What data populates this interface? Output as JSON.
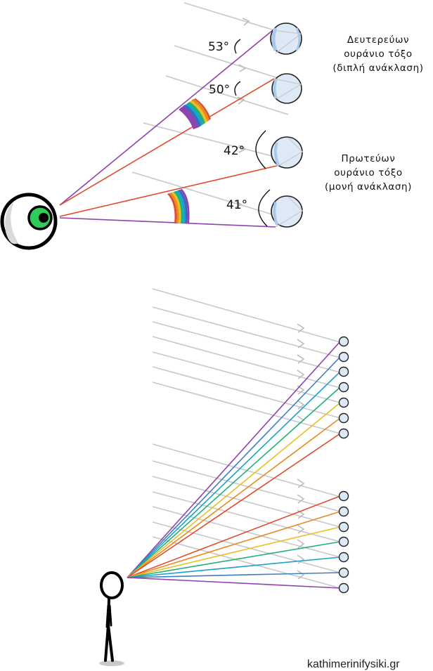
{
  "upper_diagram": {
    "secondary_label": [
      "Δευτερεύων",
      "ουράνιο τόξο",
      "(διπλή ανάκλαση)"
    ],
    "primary_label": [
      "Πρωτεύων",
      "ουράνιο τόξο",
      "(μονή ανάκλαση)"
    ],
    "angles": [
      "53°",
      "50°",
      "42°",
      "41°"
    ]
  },
  "lower_diagram": {
    "secondary_colors": [
      "#8e44ad",
      "#3d7fc0",
      "#1aa3c9",
      "#21b07a",
      "#e8c020",
      "#e88a22",
      "#e04b2e"
    ],
    "primary_colors": [
      "#e04b2e",
      "#e88a22",
      "#e8c020",
      "#21b07a",
      "#1aa3c9",
      "#3d7fc0",
      "#8e44ad"
    ]
  },
  "colors": {
    "sun_ray": "#c8c8c8",
    "violet": "#8e44ad",
    "red": "#e04b2e",
    "drop_fill": "#dde9f7",
    "drop_stroke": "#222222",
    "pupil": "#2ecc5a"
  },
  "credit": "kathimerinifysiki.gr"
}
